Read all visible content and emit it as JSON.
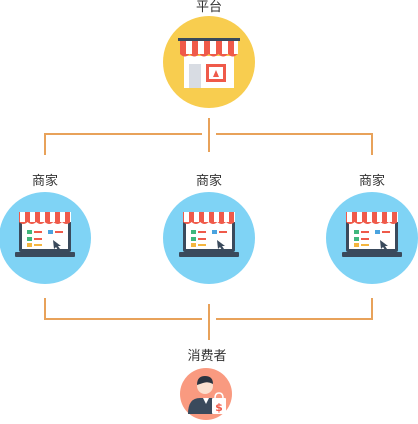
{
  "platform": {
    "label": "平台",
    "circle_color": "#f8cd4f",
    "icon": "storefront-icon"
  },
  "merchants": [
    {
      "label": "商家",
      "icon": "laptop-shop-icon"
    },
    {
      "label": "商家",
      "icon": "laptop-shop-icon"
    },
    {
      "label": "商家",
      "icon": "laptop-shop-icon"
    }
  ],
  "merchant_circle_color": "#7fd3f5",
  "consumer": {
    "label": "消费者",
    "circle_color": "#f99a80",
    "icon": "shopper-icon",
    "badge_text": "$"
  },
  "connector_color": "#e8a25a"
}
